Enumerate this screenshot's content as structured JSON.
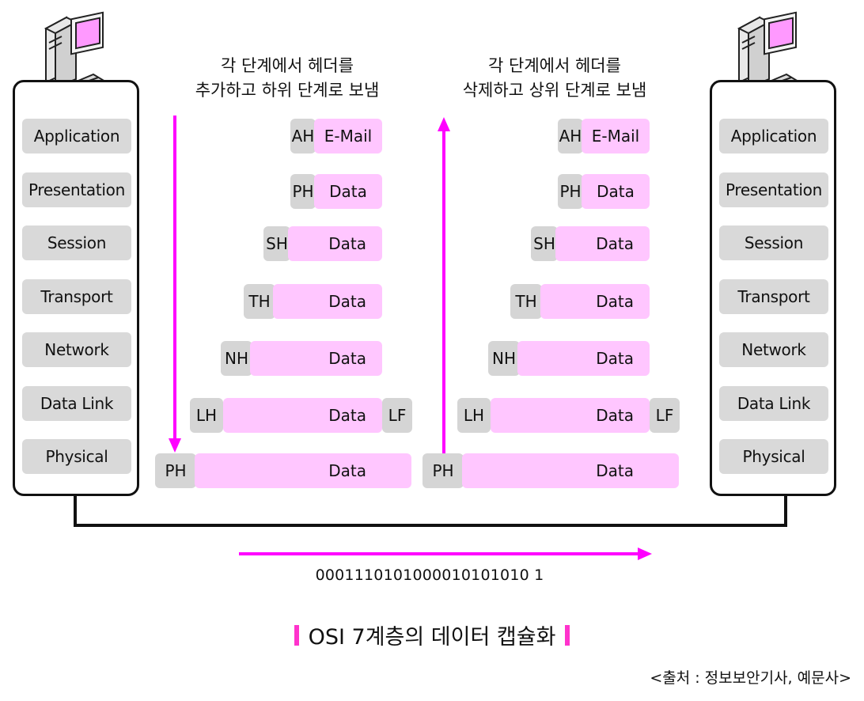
{
  "layers": [
    "Application",
    "Presentation",
    "Session",
    "Transport",
    "Network",
    "Data Link",
    "Physical"
  ],
  "notes": {
    "left": [
      "각 단계에서 헤더를",
      "추가하고 하위 단계로 보냄"
    ],
    "right": [
      "각 단계에서 헤더를",
      "삭제하고 상위 단계로 보냄"
    ]
  },
  "units": [
    {
      "header": "AH",
      "payload": "E-Mail",
      "trailer": ""
    },
    {
      "header": "PH",
      "payload": "Data",
      "trailer": ""
    },
    {
      "header": "SH",
      "payload": "Data",
      "trailer": ""
    },
    {
      "header": "TH",
      "payload": "Data",
      "trailer": ""
    },
    {
      "header": "NH",
      "payload": "Data",
      "trailer": ""
    },
    {
      "header": "LH",
      "payload": "Data",
      "trailer": "LF"
    },
    {
      "header": "PH",
      "payload": "Data",
      "trailer": ""
    }
  ],
  "bitstream": "0001110101000010101010 1",
  "caption": "OSI 7계층의 데이터 캡슐화",
  "source": "<출처 : 정보보안기사, 예문사>",
  "colors": {
    "accent": "#ff00ff",
    "payload": "#ffc6ff",
    "header": "#d5d5d5",
    "layer": "#d9d9d9"
  }
}
